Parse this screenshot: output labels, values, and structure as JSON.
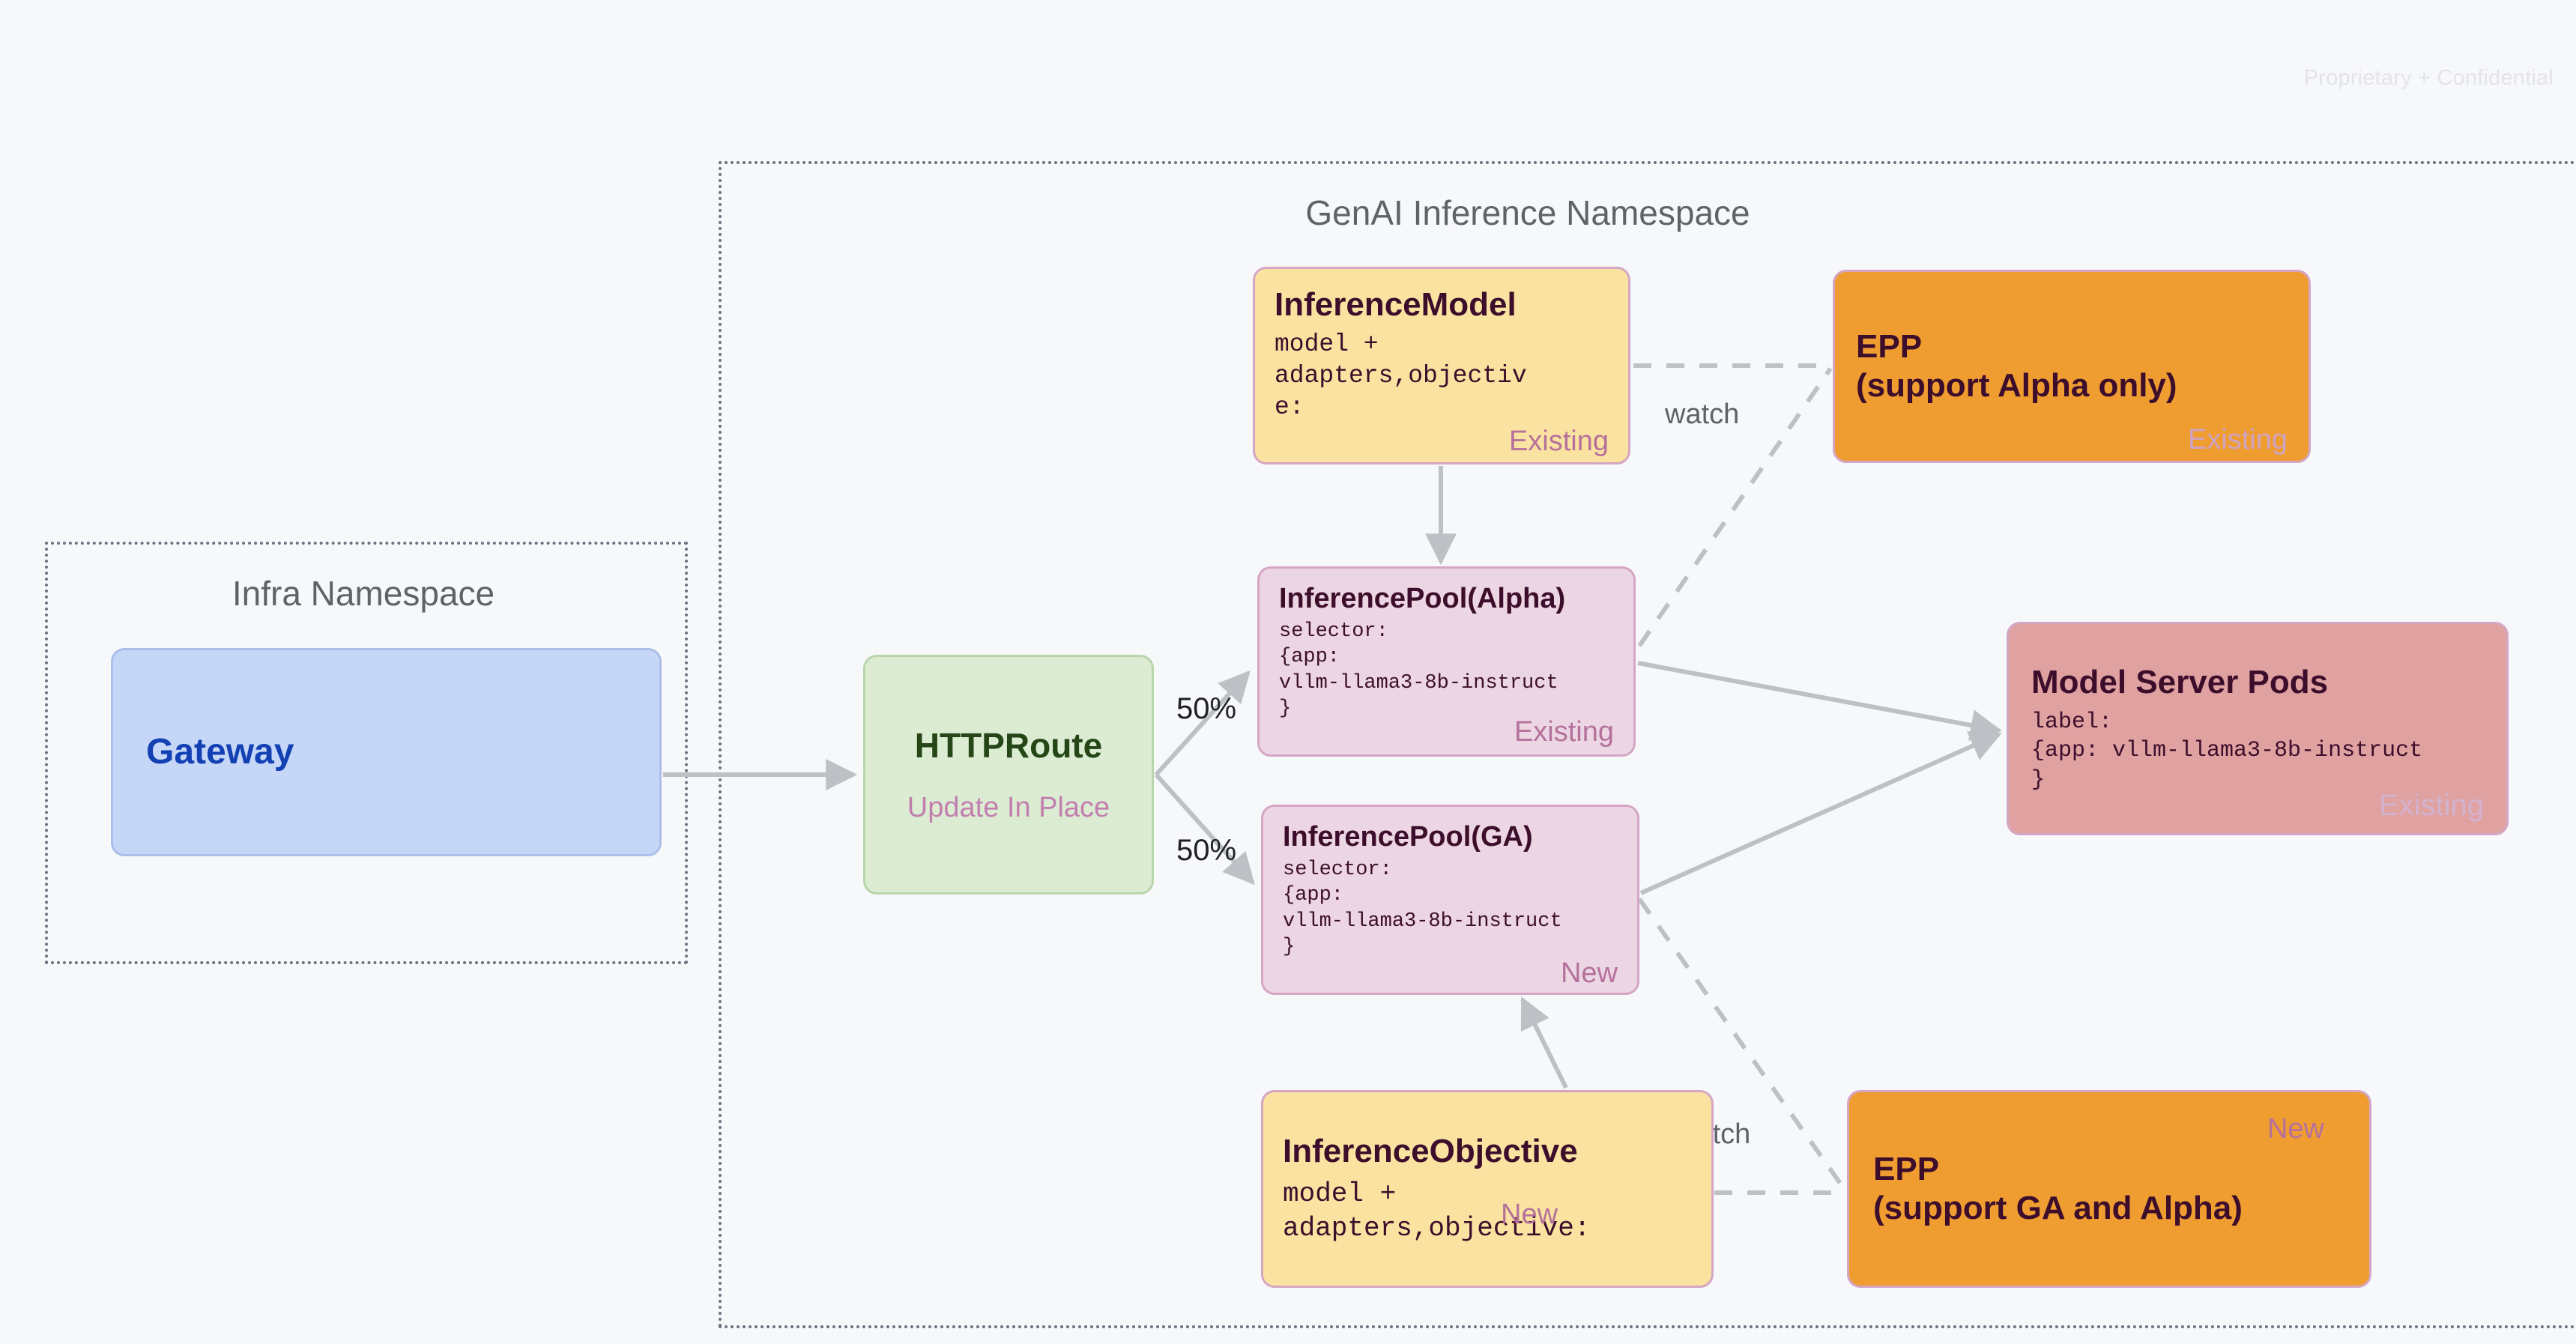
{
  "page": {
    "confidential_notice": "Proprietary + Confidential"
  },
  "namespaces": [
    {
      "id": "infra",
      "title": "Infra Namespace"
    },
    {
      "id": "genai",
      "title": "GenAI Inference Namespace"
    }
  ],
  "nodes": {
    "gateway": {
      "title": "Gateway"
    },
    "httproute": {
      "title": "HTTPRoute",
      "subtitle": "Update In Place"
    },
    "inference_model": {
      "title": "InferenceModel",
      "body": "model +\nadapters,objectiv\ne:",
      "tag": "Existing"
    },
    "pool_alpha": {
      "title": "InferencePool(Alpha)",
      "body": "selector:\n{app:\nvllm-llama3-8b-instruct\n}",
      "tag": "Existing"
    },
    "pool_ga": {
      "title": "InferencePool(GA)",
      "body": "selector:\n{app:\nvllm-llama3-8b-instruct\n}",
      "tag": "New"
    },
    "inference_objective": {
      "title": "InferenceObjective",
      "body": "model +\nadapters,objective:",
      "tag": "New"
    },
    "epp_alpha": {
      "title": "EPP\n(support Alpha only)",
      "tag": "Existing"
    },
    "epp_ga": {
      "title": "EPP\n(support GA and Alpha)",
      "tag": "New"
    },
    "model_server_pods": {
      "title": "Model Server Pods",
      "body": "label:\n{app: vllm-llama3-8b-instruct\n}",
      "tag": "Existing"
    }
  },
  "edge_labels": {
    "split_top": "50%",
    "split_bottom": "50%",
    "watch_top": "watch",
    "watch_bottom": "watch"
  },
  "colors": {
    "background": "#f7f8fa",
    "gateway_fill": "#c5d6f7",
    "gateway_text": "#1341b4",
    "httproute_fill": "#dcecd3",
    "httproute_text": "#254617",
    "yellow_fill": "#fae3a0",
    "pink_fill": "#ecd6e3",
    "orange_fill": "#ef9c31",
    "red_fill": "#e0a1a1",
    "node_border": "#d5a6c4",
    "tag_text": "#b5719b",
    "edge_stroke": "#bdc1c6",
    "namespace_border": "#6b7280",
    "namespace_title": "#5f6368"
  }
}
